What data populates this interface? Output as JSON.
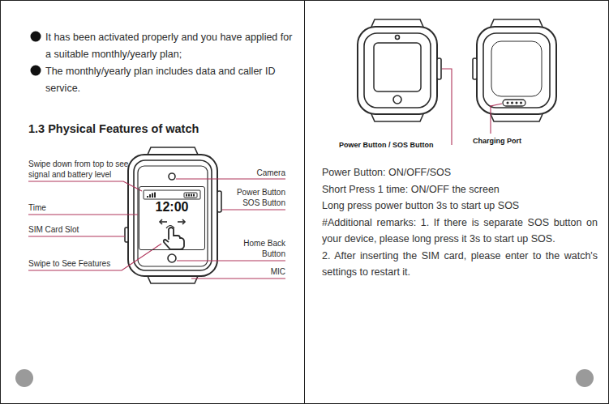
{
  "diagram": {
    "title": "1.3 Physical Features of watch",
    "nodes": [
      {
        "text": [
          "12:00"
        ]
      }
    ],
    "labels": [
      "It has been activated properly and you have applied for a suitable monthly/yearly plan;",
      "The monthly/yearly plan includes data and caller ID service.",
      "Swipe down from top to see signal and battery level",
      "Camera",
      "Power Button SOS Button",
      "Time",
      "SIM Card Slot",
      "Home Back Button",
      "Swipe to See Features",
      "MIC",
      "Power Button / SOS Button",
      "Charging Port",
      "Power Button: ON/OFF/SOS",
      "Short Press 1 time: ON/OFF the screen",
      "Long press power button 3s to start up SOS",
      "#Additional remarks: 1. If there is separate SOS button on your device, please long press it 3s to start up SOS.",
      "2. After inserting the SIM card, please enter to the watch's settings to restart it."
    ]
  }
}
